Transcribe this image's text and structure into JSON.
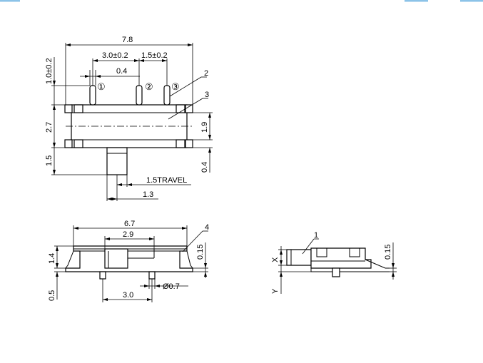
{
  "top_view": {
    "overall_width": "7.8",
    "pitch_1_2": "3.0±0.2",
    "pitch_2_3": "1.5±0.2",
    "pin_width": "0.4",
    "pin_length": "1.0±0.2",
    "body_height": "2.7",
    "inner_height": "1.9",
    "actuator_length": "1.5",
    "actuator_offset": "0.4",
    "travel": "1.5TRAVEL",
    "actuator_width": "1.3",
    "pin_labels": [
      "①",
      "②",
      "③"
    ],
    "callouts": [
      "2",
      "3"
    ]
  },
  "front_view": {
    "overall_width": "6.7",
    "actuator_width": "2.9",
    "body_height": "1.4",
    "tab_thickness": "0.15",
    "standoff": "0.5",
    "peg_pitch": "3.0",
    "peg_diameter": "Ø0.7",
    "callout": "4"
  },
  "side_view": {
    "callout": "1",
    "tab_thickness": "0.15",
    "x_label": "X",
    "y_label": "Y"
  },
  "colors": {
    "line": "#000000",
    "background": "#ffffff",
    "corner_mark": "#8cc3e8"
  }
}
